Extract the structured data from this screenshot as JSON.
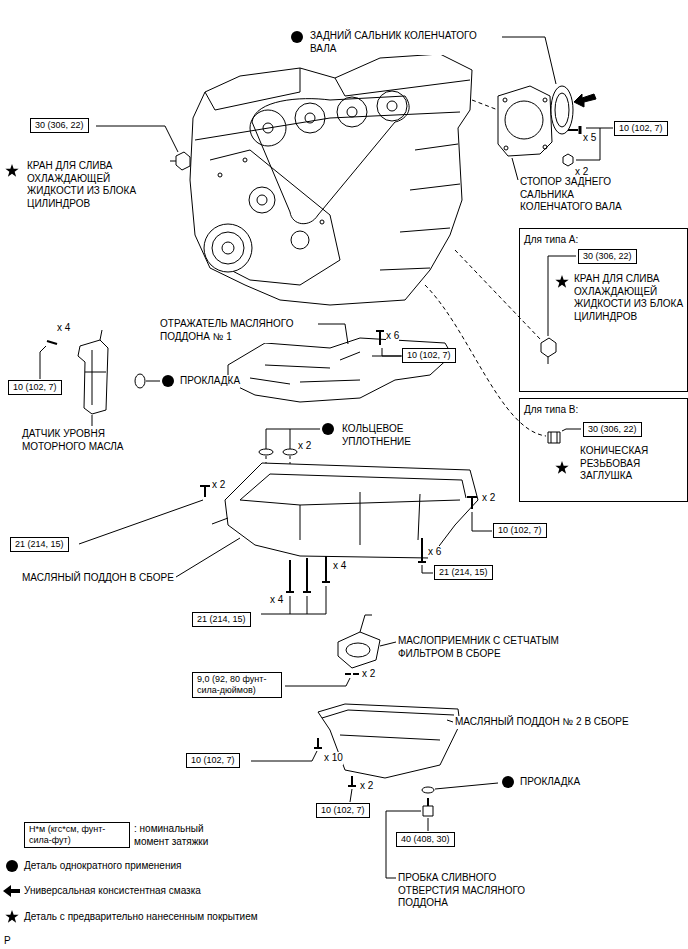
{
  "diagram": {
    "nodes": [
      {
        "text": [
          "30 (306, 22)"
        ]
      },
      {
        "text": [
          "10 (102, 7)"
        ]
      },
      {
        "text": [
          "Для типа A:",
          "КРАН ДЛЯ СЛИВА ОХЛАЖДАЮЩЕЙ ЖИДКОСТИ ИЗ БЛОКА ЦИЛИНДРОВ"
        ]
      },
      {
        "text": [
          "30 (306, 22)"
        ],
        "in": 2
      },
      {
        "text": [
          "10 (102, 7)"
        ]
      },
      {
        "text": [
          "10 (102, 7)"
        ]
      },
      {
        "text": [
          "Для типа B:",
          "КОНИЧЕСКАЯ РЕЗЬБОВАЯ ЗАГЛУШКА"
        ]
      },
      {
        "text": [
          "30 (306, 22)"
        ],
        "in": 6
      },
      {
        "text": [
          "10 (102, 7)"
        ]
      },
      {
        "text": [
          "21 (214, 15)"
        ]
      },
      {
        "text": [
          "21 (214, 15)"
        ]
      },
      {
        "text": [
          "21 (214, 15)"
        ]
      },
      {
        "text": [
          "9,0 (92, 80 фунт-сила-дюймов)"
        ]
      },
      {
        "text": [
          "10 (102, 7)"
        ]
      },
      {
        "text": [
          "10 (102, 7)"
        ]
      },
      {
        "text": [
          "Н*м (кгс*см, фунт-сила-фут)"
        ]
      },
      {
        "text": [
          "40 (408, 30)"
        ]
      }
    ],
    "labels": [
      "ЗАДНИЙ САЛЬНИК КОЛЕНЧАТОГО ВАЛА",
      "x 5",
      "КРАН ДЛЯ СЛИВА ОХЛАЖДАЮЩЕЙ ЖИДКОСТИ ИЗ БЛОКА ЦИЛИНДРОВ",
      "x 2",
      "СТОПОР ЗАДНЕГО САЛЬНИКА КОЛЕНЧАТОГО ВАЛА",
      "ОТРАЖАТЕЛЬ МАСЛЯНОГО ПОДДОНА № 1",
      "x 4",
      "x 6",
      "ПРОКЛАДКА",
      "КОЛЬЦЕВОЕ УПЛОТНЕНИЕ",
      "ДАТЧИК УРОВНЯ МОТОРНОГО МАСЛА",
      "x 2",
      "x 2",
      "x 2",
      "x 6",
      "x 4",
      "МАСЛЯНЫЙ ПОДДОН В СБОРЕ",
      "x 4",
      "МАСЛОПРИЕМНИК С СЕТЧАТЫМ ФИЛЬТРОМ В СБОРЕ",
      "x 2",
      "МАСЛЯНЫЙ ПОДДОН № 2 В СБОРЕ",
      "x 10",
      "ПРОКЛАДКА",
      "x 2",
      "ПРОБКА СЛИВНОГО ОТВЕРСТИЯ МАСЛЯНОГО ПОДДОНА",
      "P"
    ],
    "legend": [
      {
        "text": ": номинальный момент затяжки"
      },
      {
        "text": "Деталь однократного применения"
      },
      {
        "text": "Универсальная консистентная смазка"
      },
      {
        "text": "Деталь с предварительно нанесенным покрытием"
      }
    ]
  }
}
